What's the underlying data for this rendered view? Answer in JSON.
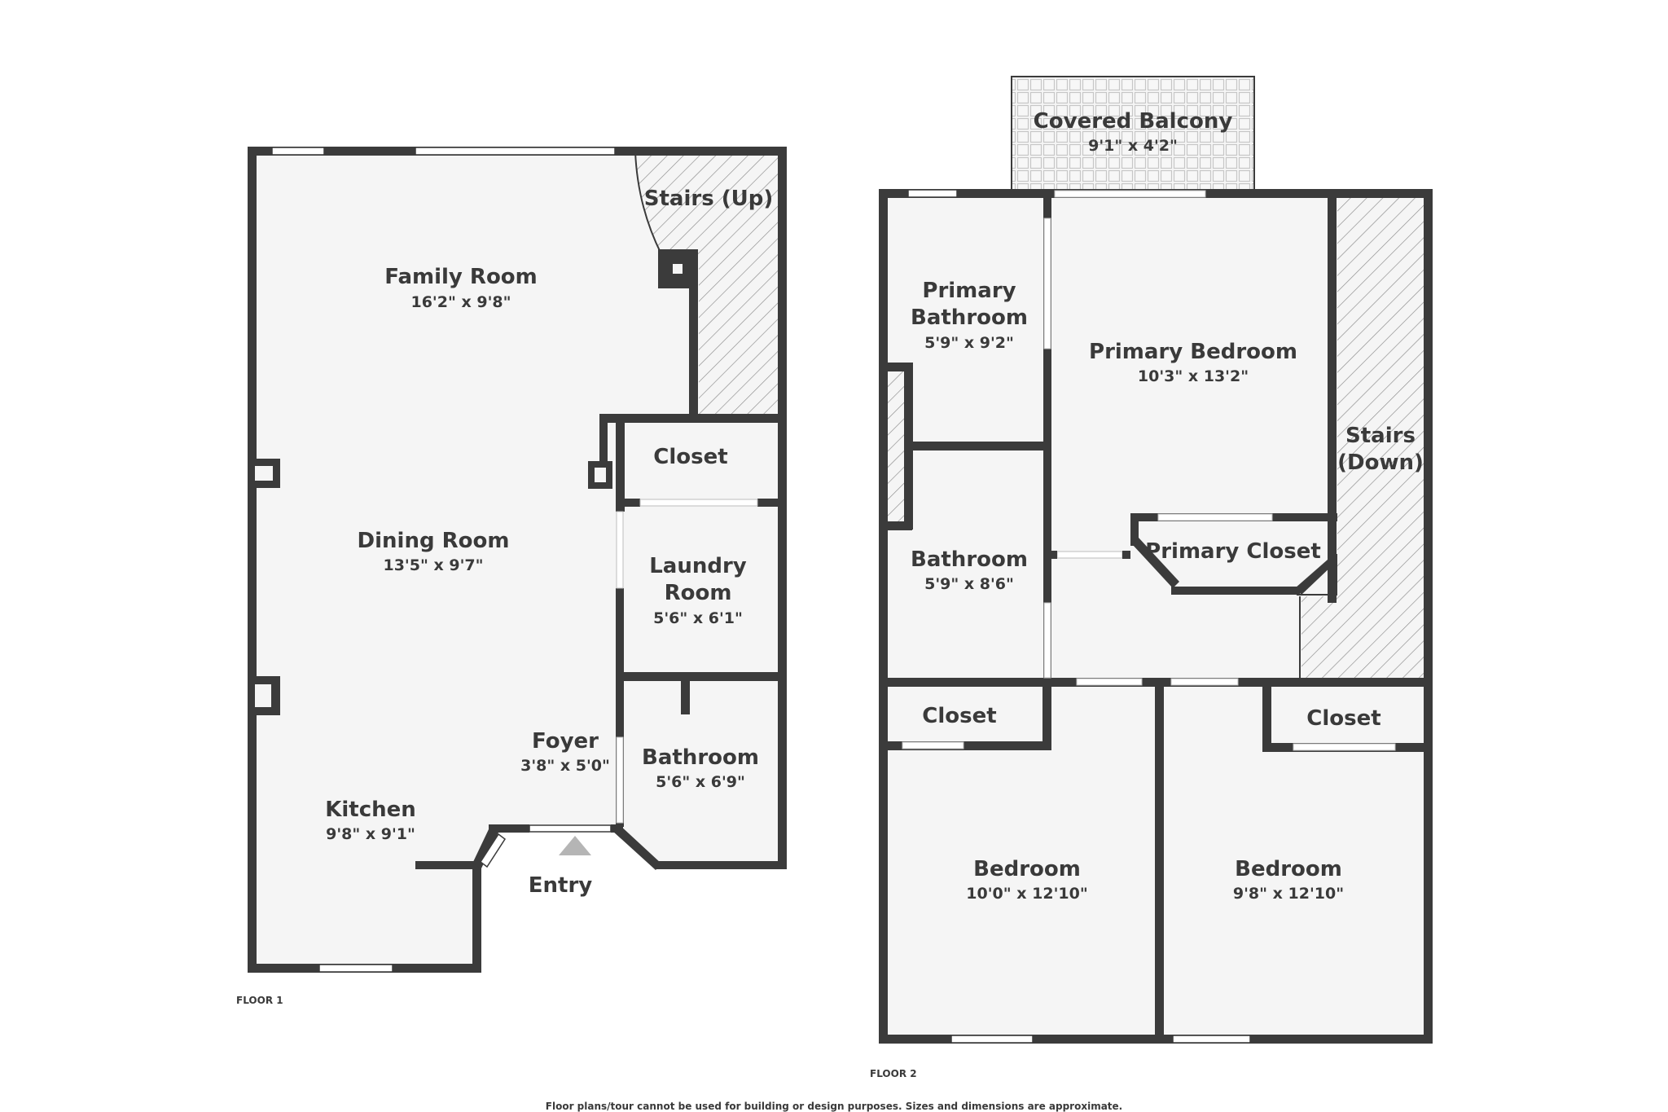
{
  "floor1": {
    "label": "FLOOR 1",
    "rooms": {
      "family_room": {
        "name": "Family Room",
        "dims": "16'2\" x 9'8\""
      },
      "stairs_up": {
        "name": "Stairs (Up)"
      },
      "closet": {
        "name": "Closet"
      },
      "dining_room": {
        "name": "Dining Room",
        "dims": "13'5\" x 9'7\""
      },
      "laundry_room": {
        "name_line1": "Laundry",
        "name_line2": "Room",
        "dims": "5'6\" x 6'1\""
      },
      "foyer": {
        "name": "Foyer",
        "dims": "3'8\" x 5'0\""
      },
      "bathroom": {
        "name": "Bathroom",
        "dims": "5'6\" x 6'9\""
      },
      "kitchen": {
        "name": "Kitchen",
        "dims": "9'8\" x 9'1\""
      }
    },
    "entry": {
      "label": "Entry",
      "icon": "entry-triangle-icon"
    }
  },
  "floor2": {
    "label": "FLOOR 2",
    "rooms": {
      "covered_balcony": {
        "name": "Covered Balcony",
        "dims": "9'1\" x 4'2\""
      },
      "primary_bathroom": {
        "name_line1": "Primary",
        "name_line2": "Bathroom",
        "dims": "5'9\" x 9'2\""
      },
      "primary_bedroom": {
        "name": "Primary Bedroom",
        "dims": "10'3\" x 13'2\""
      },
      "stairs_down": {
        "name_line1": "Stairs",
        "name_line2": "(Down)"
      },
      "bathroom": {
        "name": "Bathroom",
        "dims": "5'9\" x 8'6\""
      },
      "primary_closet": {
        "name": "Primary Closet"
      },
      "closet_left": {
        "name": "Closet"
      },
      "closet_right": {
        "name": "Closet"
      },
      "bedroom_left": {
        "name": "Bedroom",
        "dims": "10'0\" x 12'10\""
      },
      "bedroom_right": {
        "name": "Bedroom",
        "dims": "9'8\" x 12'10\""
      }
    }
  },
  "disclaimer": "Floor plans/tour cannot be used for building or design purposes. Sizes and dimensions are approximate.",
  "colors": {
    "wall": "#3b3b3b",
    "floor": "#f5f5f5",
    "text": "#3a3a3a"
  }
}
